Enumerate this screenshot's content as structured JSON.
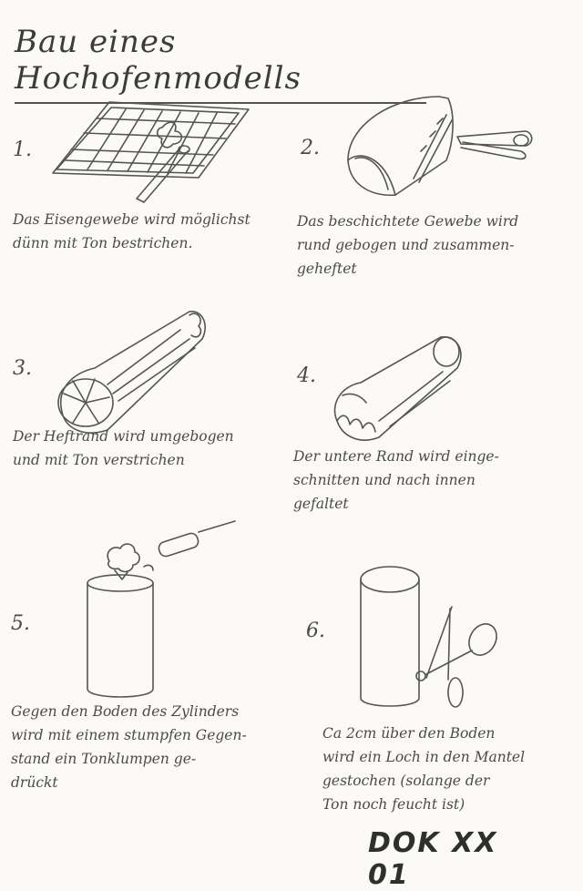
{
  "title": "Bau eines Hochofenmodells",
  "steps": [
    {
      "number": "1.",
      "caption": "Das Eisengewebe wird möglichst\ndünn mit Ton bestrichen."
    },
    {
      "number": "2.",
      "caption": "Das beschichtete Gewebe wird\nrund gebogen und zusammen-\ngeheftet"
    },
    {
      "number": "3.",
      "caption": "Der Heftrand wird umgebogen\nund mit Ton verstrichen"
    },
    {
      "number": "4.",
      "caption": "Der untere Rand wird einge-\nschnitten und nach innen\ngefaltet"
    },
    {
      "number": "5.",
      "caption": "Gegen den Boden des Zylinders\nwird mit einem stumpfen Gegen-\nstand ein Tonklumpen ge-\ndrückt"
    },
    {
      "number": "6.",
      "caption": "Ca 2cm über den Boden\nwird ein Loch in den Mantel\ngestochen (solange der\nTon noch feucht ist)"
    }
  ],
  "signature": "DOK XX 01"
}
